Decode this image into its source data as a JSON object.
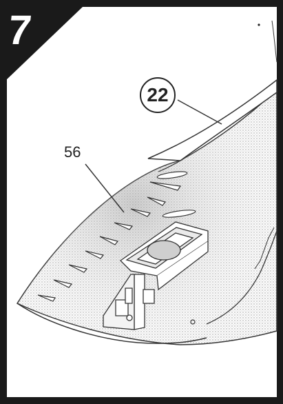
{
  "step": {
    "number": "7"
  },
  "callouts": {
    "part_22": "22",
    "part_56": "56"
  },
  "colors": {
    "frame": "#1a1a1a",
    "panel": "#ffffff",
    "stipple": "#cfcfcf",
    "line": "#333333"
  }
}
